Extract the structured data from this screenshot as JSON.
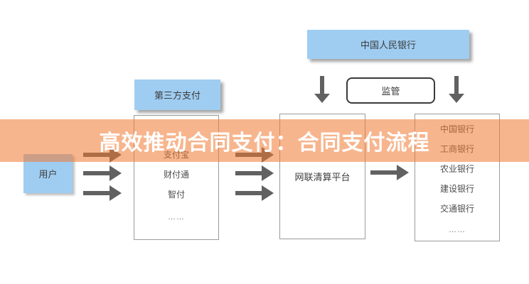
{
  "banner": {
    "title": "高效推动合同支付：合同支付流程"
  },
  "nodes": {
    "user": {
      "label": "用户"
    },
    "third_party_header": {
      "label": "第三方支付"
    },
    "third_party_list": {
      "items": [
        "支付宝",
        "财付通",
        "智付",
        "……"
      ]
    },
    "central_bank": {
      "label": "中国人民银行"
    },
    "supervision": {
      "label": "监管"
    },
    "clearing_platform": {
      "label": "网联清算平台"
    },
    "banks_list": {
      "items": [
        "中国银行",
        "工商银行",
        "农业银行",
        "建设银行",
        "交通银行",
        "……"
      ]
    }
  },
  "colors": {
    "banner_orange": "rgba(240,121,48,0.55)",
    "banner_text": "#ffffff",
    "node_blue": "#9FCDF2",
    "arrow_gray": "#616161",
    "list_border": "#9b9b9b",
    "supervision_border": "#3a3a3a",
    "label_text": "#3c3c3c",
    "item_text": "#4c4c4c"
  }
}
